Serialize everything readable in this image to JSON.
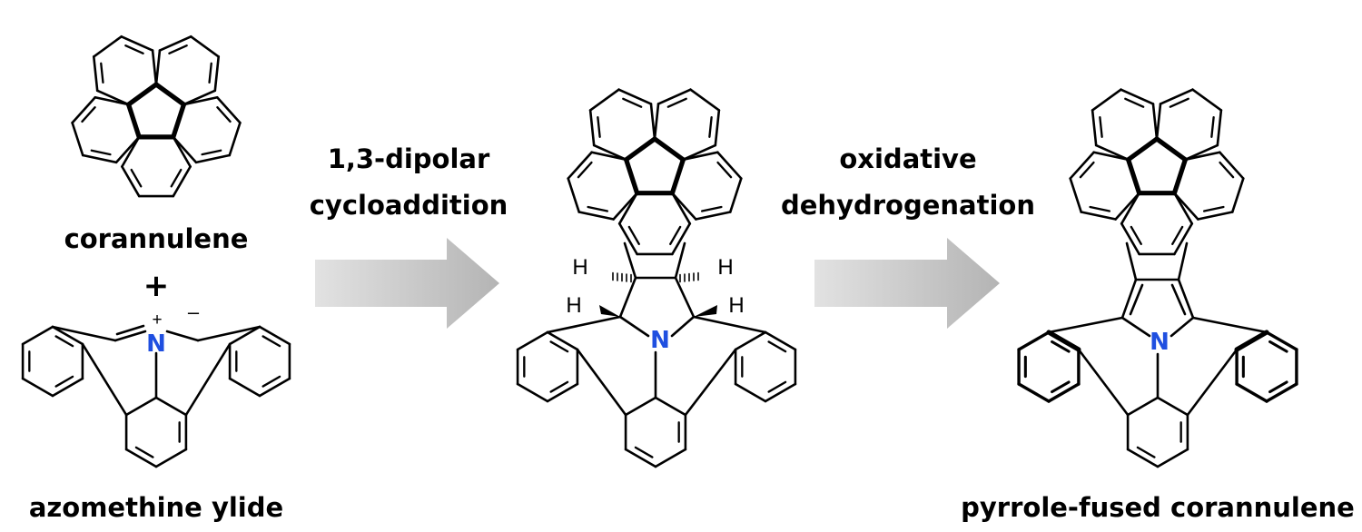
{
  "labels": {
    "reactant1": "corannulene",
    "plus": "+",
    "reactant2": "azomethine ylide",
    "step1_line1": "1,3-dipolar",
    "step1_line2": "cycloaddition",
    "step2_line1": "oxidative",
    "step2_line2": "dehydrogenation",
    "product": "pyrrole-fused corannulene"
  },
  "atoms": {
    "nitrogen": "N",
    "hydrogen": "H",
    "plus_charge": "+",
    "minus_charge": "–"
  },
  "colors": {
    "nitrogen": "#1f4fe0",
    "arrow_start": "#e2e2e2",
    "arrow_end": "#b4b4b4",
    "bond": "#000000"
  }
}
